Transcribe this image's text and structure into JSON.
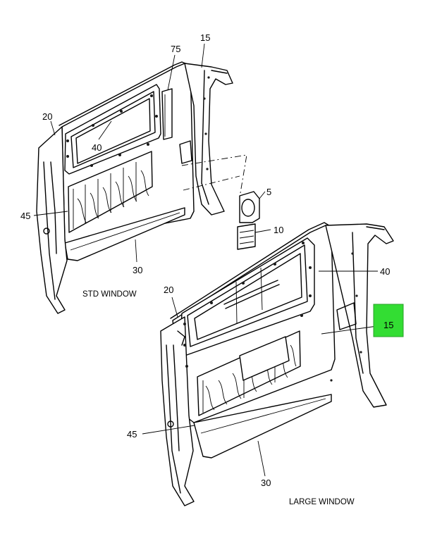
{
  "callouts": {
    "top_15": "15",
    "top_75": "75",
    "top_20": "20",
    "top_40": "40",
    "top_45": "45",
    "top_30": "30",
    "part_5": "5",
    "part_10": "10",
    "bot_20": "20",
    "bot_40": "40",
    "bot_15": "15",
    "bot_45": "45",
    "bot_30": "30"
  },
  "captions": {
    "std_window": "STD WINDOW",
    "large_window": "LARGE WINDOW"
  },
  "highlight": {
    "color": "#33dd33",
    "border_color": "#2aa02a"
  }
}
